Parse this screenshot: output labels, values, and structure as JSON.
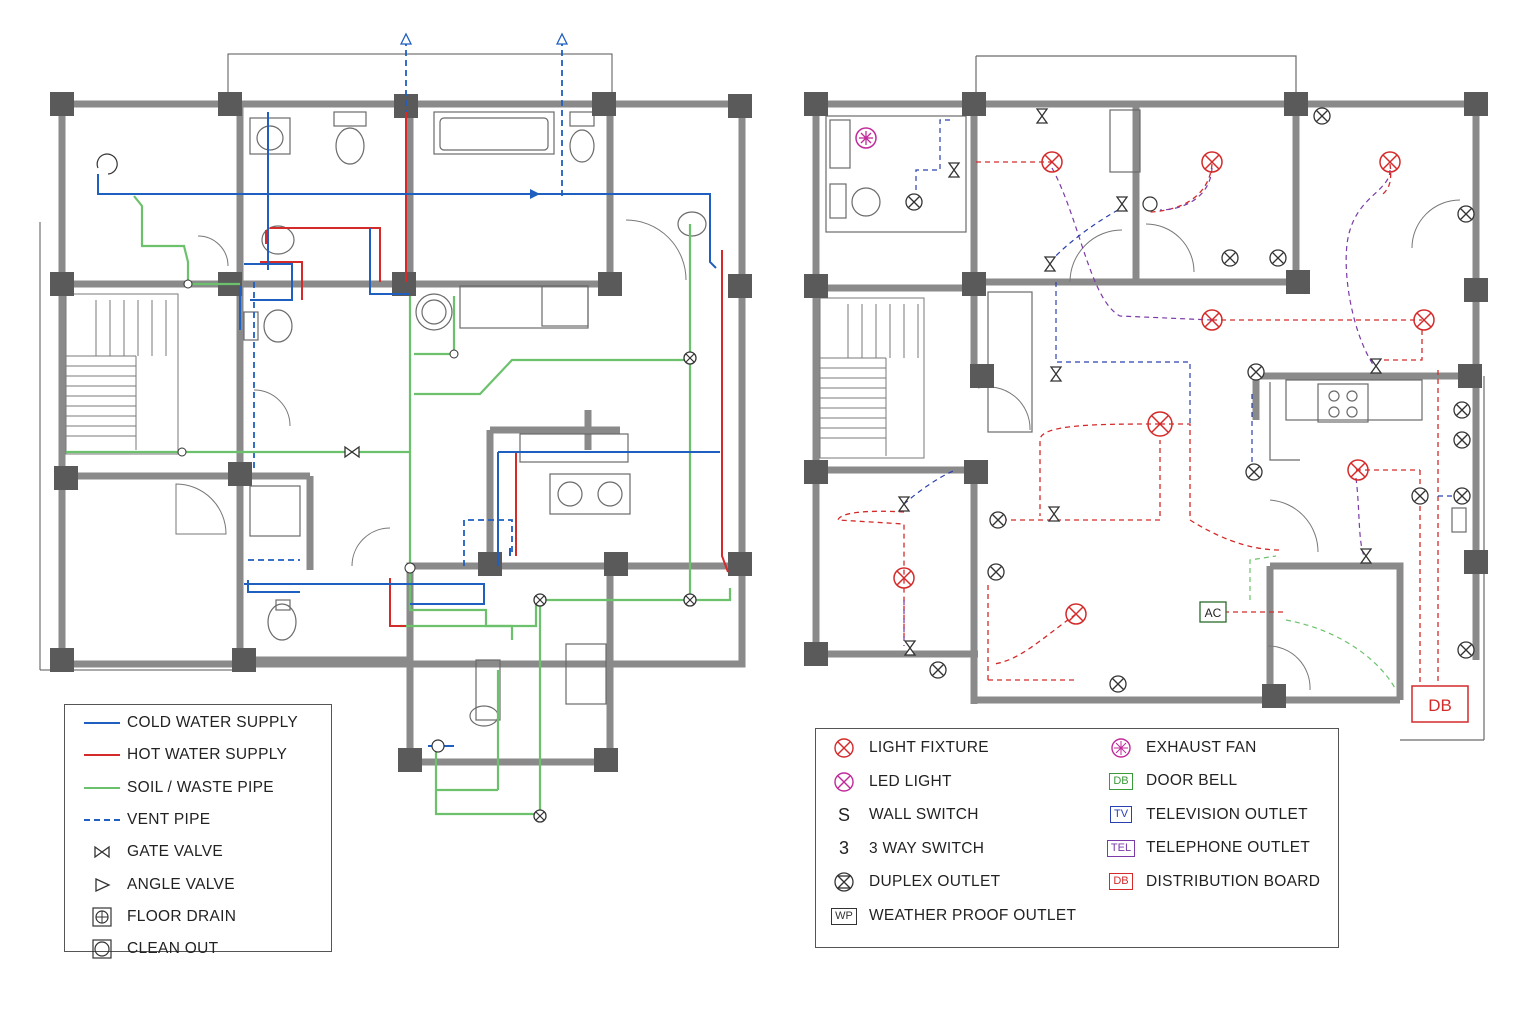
{
  "plumbing_legend": [
    {
      "label": "COLD WATER SUPPLY",
      "symbol": "line-solid",
      "color": "#1f5fc0"
    },
    {
      "label": "HOT WATER SUPPLY",
      "symbol": "line-solid",
      "color": "#d42a2a"
    },
    {
      "label": "SOIL / WASTE PIPE",
      "symbol": "line-solid",
      "color": "#6cc26c"
    },
    {
      "label": "VENT PIPE",
      "symbol": "line-dashed",
      "color": "#1f5fc0"
    },
    {
      "label": "GATE VALVE",
      "symbol": "gate-valve",
      "color": "#333333"
    },
    {
      "label": "ANGLE VALVE",
      "symbol": "angle-valve",
      "color": "#333333"
    },
    {
      "label": "FLOOR DRAIN",
      "symbol": "floor-drain",
      "color": "#333333"
    },
    {
      "label": "CLEAN OUT",
      "symbol": "clean-out",
      "color": "#333333"
    }
  ],
  "electrical_legend_left": [
    {
      "label": "LIGHT FIXTURE",
      "symbol": "light-fixture",
      "color": "#d42a2a"
    },
    {
      "label": "LED LIGHT",
      "symbol": "led-light",
      "color": "#c02a9a"
    },
    {
      "label": "WALL SWITCH",
      "symbol": "text",
      "text": "S",
      "color": "#222222"
    },
    {
      "label": "3 WAY SWITCH",
      "symbol": "text",
      "text": "3",
      "color": "#222222"
    },
    {
      "label": "DUPLEX OUTLET",
      "symbol": "duplex-outlet",
      "color": "#333333"
    },
    {
      "label": "WEATHER PROOF OUTLET",
      "symbol": "box",
      "text": "WP",
      "color": "#333333"
    }
  ],
  "electrical_legend_right": [
    {
      "label": "EXHAUST FAN",
      "symbol": "exhaust-fan",
      "color": "#c02a9a"
    },
    {
      "label": "DOOR BELL",
      "symbol": "box",
      "text": "DB",
      "color": "#3a9a3a"
    },
    {
      "label": "TELEVISION OUTLET",
      "symbol": "box",
      "text": "TV",
      "color": "#2a40b0"
    },
    {
      "label": "TELEPHONE OUTLET",
      "symbol": "box",
      "text": "TEL",
      "color": "#7a3aa8"
    },
    {
      "label": "DISTRIBUTION BOARD",
      "symbol": "box",
      "text": "DB",
      "color": "#d42a2a"
    }
  ],
  "plan_labels": {
    "ac_unit": "AC",
    "distribution_board": "DB"
  },
  "colors": {
    "wall": "#8a8a8a",
    "column": "#5a5a5a",
    "cold": "#1f5fc0",
    "hot": "#d42a2a",
    "soil": "#6cc26c",
    "electric": "#d42a2a",
    "switch_wire": "#7a3aa8"
  }
}
